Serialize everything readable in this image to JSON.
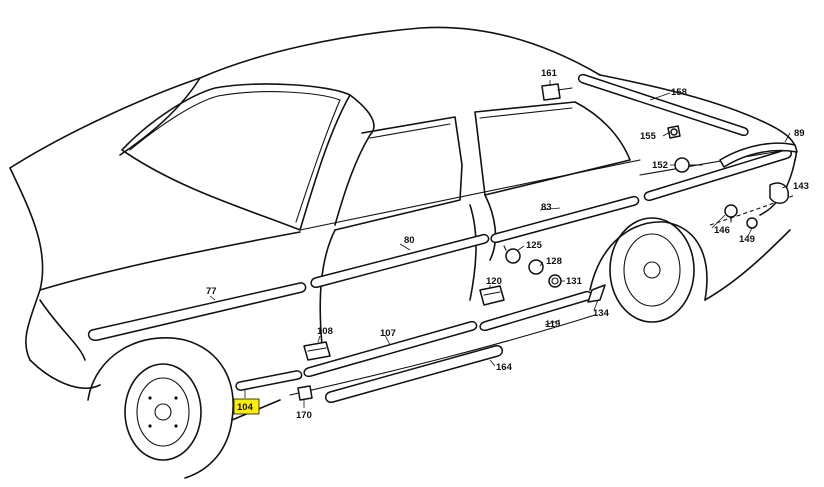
{
  "labels": {
    "p161": "161",
    "p158": "158",
    "p89": "89",
    "p155": "155",
    "p152": "152",
    "p143": "143",
    "p83": "83",
    "p146": "146",
    "p149": "149",
    "p80": "80",
    "p125": "125",
    "p128": "128",
    "p131": "131",
    "p77": "77",
    "p120": "120",
    "p134": "134",
    "p119": "119",
    "p108": "108",
    "p107": "107",
    "p164": "164",
    "p104": "104",
    "p170": "170"
  },
  "highlight_color": "#ffee00"
}
